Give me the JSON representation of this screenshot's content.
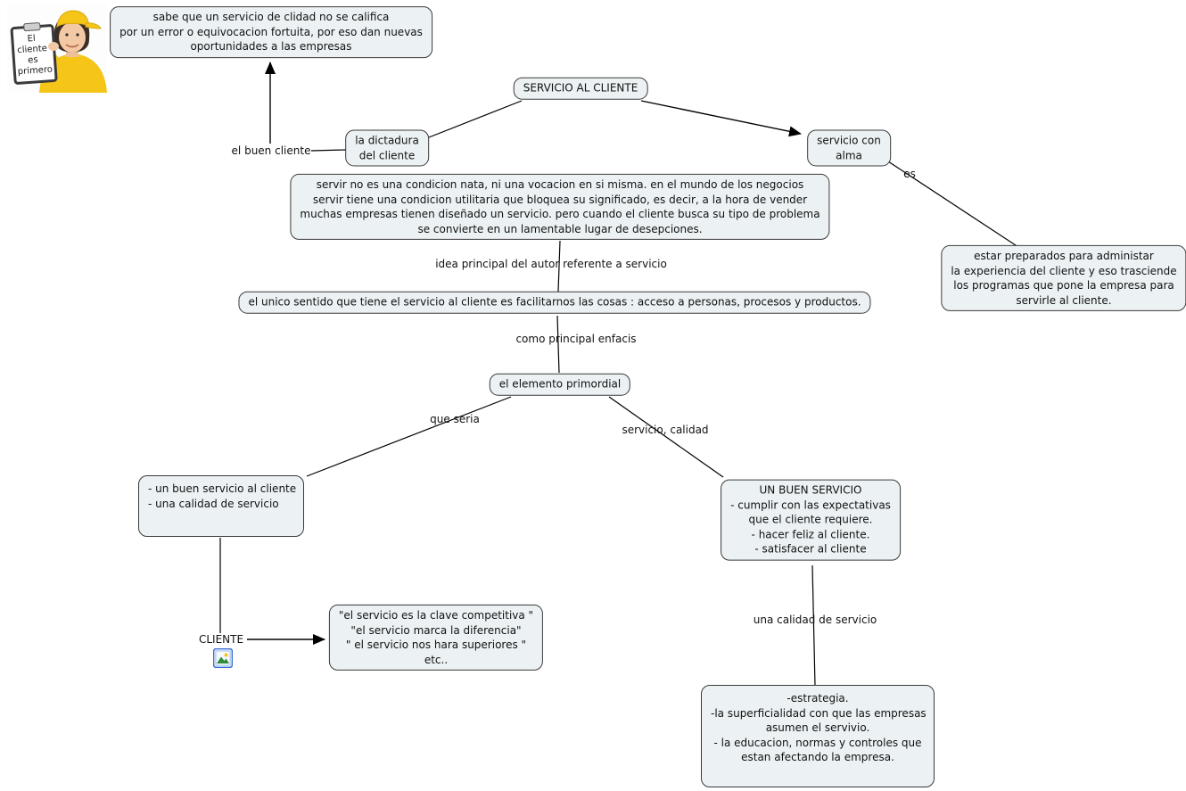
{
  "map_title": "SERVICIO AL CLIENTE",
  "colors": {
    "node_fill": "#ecf2f4",
    "node_border": "#3a3a3a",
    "line": "#000000",
    "photo_yellow": "#f5c518",
    "icon_border_blue": "#3b6fd4",
    "icon_mountain_green": "#2e8b3a",
    "icon_sun_yellow": "#f5c518"
  },
  "photo": {
    "description": "woman in yellow uniform holding clipboard",
    "caption_lines": [
      "El",
      "cliente",
      "es",
      "primero"
    ]
  },
  "icons": {
    "cliente_resource": "image-icon"
  },
  "nodes": {
    "sabe": "sabe que un servicio de clidad no se califica\npor un error o equivocacion fortuita, por eso dan nuevas\noportunidades a las empresas",
    "servicio_al_cliente": "SERVICIO AL CLIENTE",
    "la_dictadura": "la dictadura\ndel cliente",
    "servicio_con_alma": "servicio con\nalma",
    "servir_no_es": "servir no es una condicion nata, ni una vocacion en si misma. en el mundo de los negocios\nservir tiene una condicion utilitaria que bloquea su significado, es decir, a la hora de vender\nmuchas empresas tienen diseñado un servicio. pero cuando el cliente busca su tipo de problema\nse convierte en un lamentable lugar de desepciones.",
    "el_unico": "el unico sentido que tiene el servicio al cliente es facilitarnos las cosas : acceso a personas, procesos y productos.",
    "el_elemento": "el elemento primordial",
    "buen_servicio_calidad": "- un buen servicio al cliente\n- una calidad de servicio",
    "un_buen_servicio": "UN BUEN SERVICIO\n- cumplir con las expectativas\nque el cliente requiere.\n- hacer feliz al cliente.\n- satisfacer al cliente",
    "frases": "\"el servicio es la clave competitiva \"\n\"el servicio marca la diferencia\"\n\" el servicio nos hara superiores \"\netc..",
    "estar_preparados": "estar preparados para administar\nla experiencia del cliente y eso trasciende\nlos programas que pone la empresa para\nservirle al cliente.",
    "estrategia": "-estrategia.\n-la superficialidad con que las empresas\nasumen el servivio.\n- la educacion, normas y controles que\nestan afectando la empresa."
  },
  "labels": {
    "el_buen_cliente": "el buen cliente",
    "es": "es",
    "idea_principal": "idea principal del autor referente a servicio",
    "como_principal": "como principal enfacis",
    "que_seria": "que seria",
    "servicio_calidad": "servicio, calidad",
    "cliente": "CLIENTE",
    "una_calidad": "una calidad de servicio"
  }
}
